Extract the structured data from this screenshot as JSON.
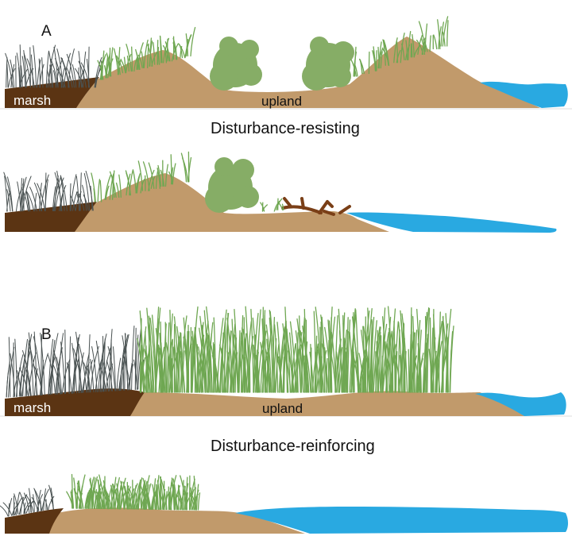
{
  "panels": {
    "a": {
      "letter": "A",
      "before": {
        "marsh_label": "marsh",
        "upland_label": "upland"
      },
      "caption": "Disturbance-resisting"
    },
    "b": {
      "letter": "B",
      "before": {
        "marsh_label": "marsh",
        "upland_label": "upland"
      },
      "caption": "Disturbance-reinforcing"
    }
  },
  "colors": {
    "background": "#ffffff",
    "marsh_soil": "#5b3413",
    "upland_sand": "#c19a6b",
    "water": "#29a9e1",
    "shrub": "#86ad66",
    "grass": "#6fa752",
    "marsh_grass": "#4a5252",
    "driftwood": "#7a3f17",
    "marsh_text": "#ffffff",
    "upland_text": "#111111"
  }
}
